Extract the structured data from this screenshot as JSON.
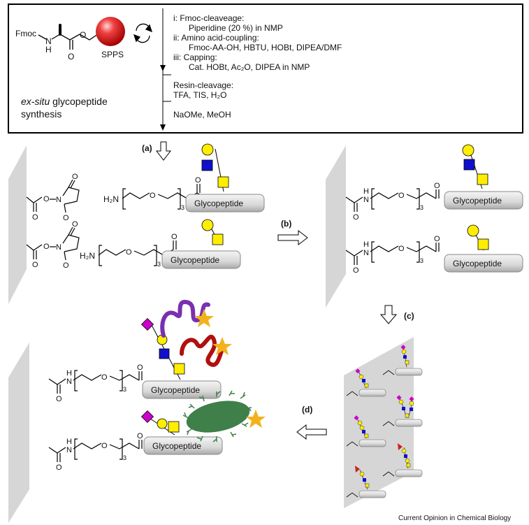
{
  "synthesis": {
    "fmoc": "Fmoc",
    "nh": "N",
    "nh_h": "H",
    "resin": "SPPS",
    "steps": {
      "i_title": "i: Fmoc-cleaveage:",
      "i_detail": "Piperidine (20 %) in NMP",
      "ii_title": "ii: Amino acid-coupling:",
      "ii_detail": "Fmoc-AA-OH, HBTU, HOBt, DIPEA/DMF",
      "iii_title": "iii: Capping:",
      "iii_detail": "Cat. HOBt, Ac₂O, DIPEA in NMP",
      "resin_title": "Resin-cleavage:",
      "resin_detail": "TFA, TIS, H₂O",
      "final": "NaOMe, MeOH"
    },
    "label_line1_italic": "ex-situ",
    "label_line1_rest": " glycopeptide",
    "label_line2": "synthesis"
  },
  "steps_labels": {
    "a": "(a)",
    "b": "(b)",
    "c": "(c)",
    "d": "(d)"
  },
  "chem": {
    "h2n": "H₂N",
    "o": "O",
    "n": "N",
    "h": "H",
    "sub3": "3",
    "glycopeptide": "Glycopeptide"
  },
  "footer": "Current Opinion in Chemical Biology",
  "colors": {
    "galnac": "#ffee00",
    "gal": "#ffee00",
    "glcnac": "#1010cc",
    "sialic": "#cc00cc",
    "fucose": "#cc2222",
    "surface": "#d6d6d6",
    "purple_protein": "#7a2fb0",
    "red_protein": "#b01010",
    "star": "#f2b21c",
    "bacterium": "#3f7f4a"
  }
}
